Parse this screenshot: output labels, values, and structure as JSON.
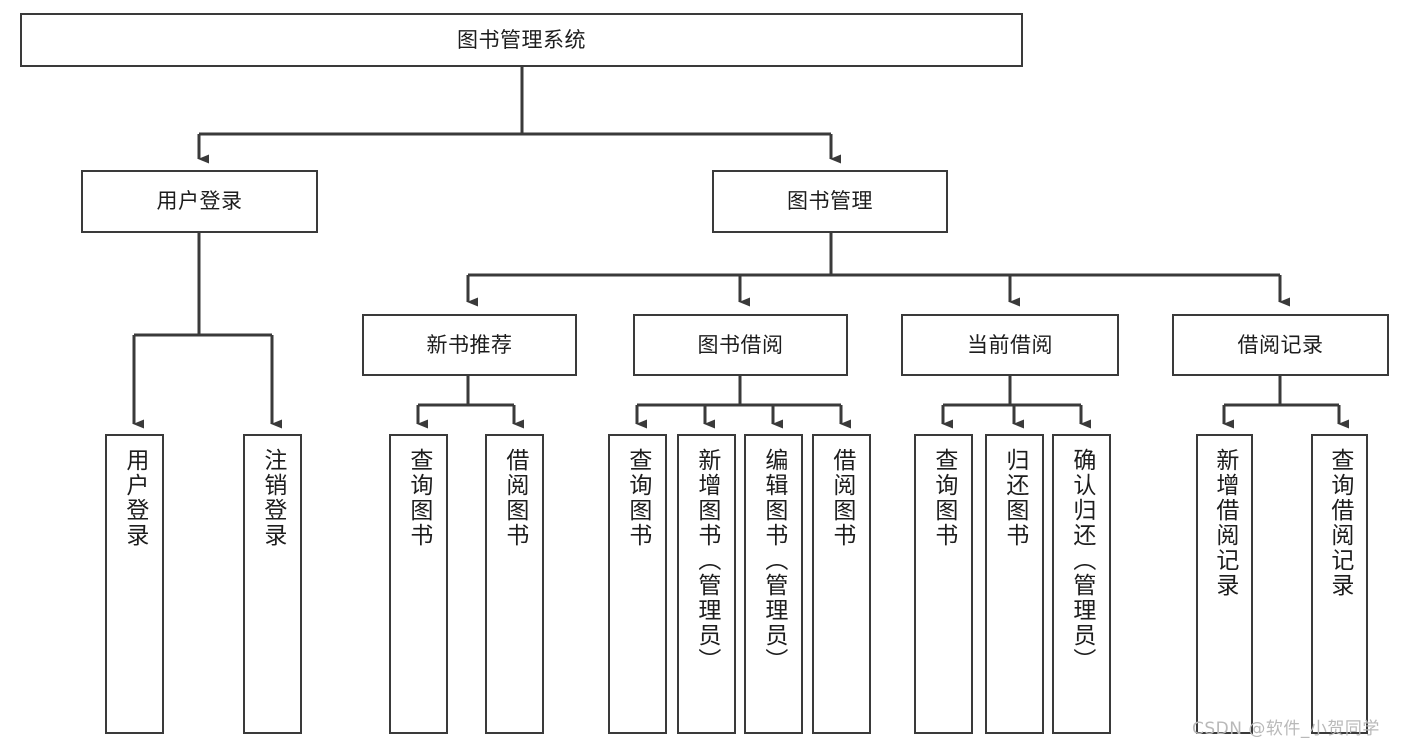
{
  "diagram": {
    "type": "tree-hierarchy-diagram",
    "title": "图书管理系统",
    "root": {
      "id": "root",
      "label": "图书管理系统"
    },
    "level1": [
      {
        "id": "user-login",
        "label": "用户登录"
      },
      {
        "id": "book-management",
        "label": "图书管理"
      }
    ],
    "level2": [
      {
        "id": "new-book-recommend",
        "label": "新书推荐",
        "parent": "book-management"
      },
      {
        "id": "book-borrow",
        "label": "图书借阅",
        "parent": "book-management"
      },
      {
        "id": "current-borrow",
        "label": "当前借阅",
        "parent": "book-management"
      },
      {
        "id": "borrow-record",
        "label": "借阅记录",
        "parent": "book-management"
      }
    ],
    "leaves": [
      {
        "id": "leaf-user-login",
        "label": "用户登录",
        "parent": "user-login"
      },
      {
        "id": "leaf-logout-login",
        "label": "注销登录",
        "parent": "user-login"
      },
      {
        "id": "leaf-query-book-1",
        "label": "查询图书",
        "parent": "new-book-recommend"
      },
      {
        "id": "leaf-borrow-book-1",
        "label": "借阅图书",
        "parent": "new-book-recommend"
      },
      {
        "id": "leaf-query-book-2",
        "label": "查询图书",
        "parent": "book-borrow"
      },
      {
        "id": "leaf-add-book",
        "label": "新增图书（管理员）",
        "parent": "book-borrow"
      },
      {
        "id": "leaf-edit-book",
        "label": "编辑图书（管理员）",
        "parent": "book-borrow"
      },
      {
        "id": "leaf-borrow-book-2",
        "label": "借阅图书",
        "parent": "book-borrow"
      },
      {
        "id": "leaf-query-book-3",
        "label": "查询图书",
        "parent": "current-borrow"
      },
      {
        "id": "leaf-return-book",
        "label": "归还图书",
        "parent": "current-borrow"
      },
      {
        "id": "leaf-confirm-return",
        "label": "确认归还（管理员）",
        "parent": "current-borrow"
      },
      {
        "id": "leaf-add-record",
        "label": "新增借阅记录",
        "parent": "borrow-record"
      },
      {
        "id": "leaf-query-record",
        "label": "查询借阅记录",
        "parent": "borrow-record"
      }
    ],
    "colors": {
      "stroke": "#3a3a3a",
      "background": "#ffffff",
      "text": "#1d1d1d",
      "watermark": "#b9b9b9"
    }
  },
  "watermark": {
    "text": "CSDN @软件_小贺同学"
  }
}
